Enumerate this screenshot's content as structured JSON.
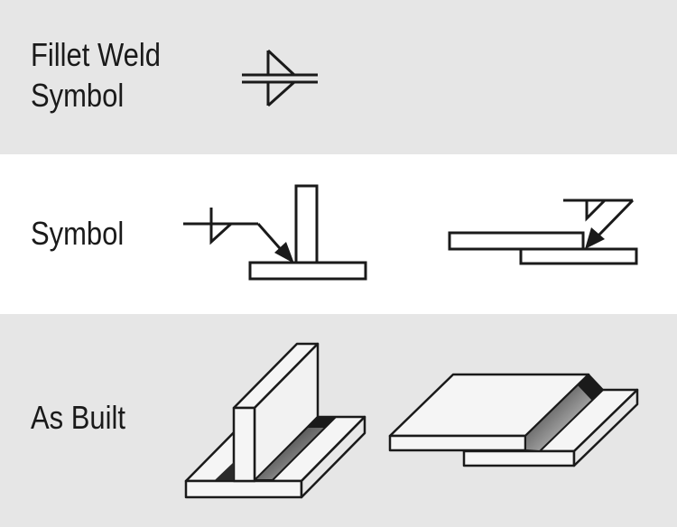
{
  "rows": [
    {
      "label_lines": [
        "Fillet Weld",
        "Symbol"
      ]
    },
    {
      "label": "Symbol"
    },
    {
      "label": "As Built"
    }
  ],
  "colors": {
    "band_gray": "#e6e6e6",
    "band_white": "#ffffff",
    "stroke": "#1a1a1a",
    "plate_fill": "#f5f5f5",
    "weld_dark": "#2a2a2a"
  }
}
